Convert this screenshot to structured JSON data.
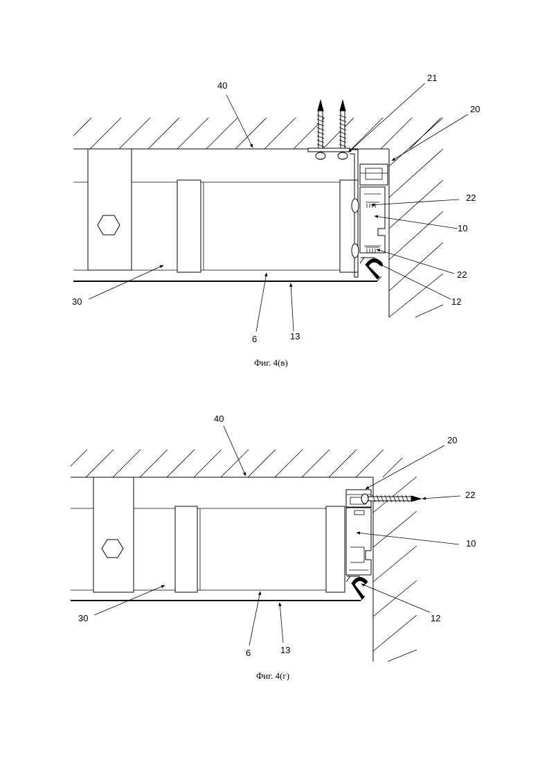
{
  "figures": [
    {
      "caption": "Фиг. 4(в)",
      "labels": {
        "l40": "40",
        "l21": "21",
        "l20": "20",
        "l22a": "22",
        "l10": "10",
        "l22b": "22",
        "l12": "12",
        "l30": "30",
        "l6": "6",
        "l13": "13"
      }
    },
    {
      "caption": "Фиг. 4(г)",
      "labels": {
        "l40": "40",
        "l20": "20",
        "l22": "22",
        "l10": "10",
        "l12": "12",
        "l30": "30",
        "l6": "6",
        "l13": "13"
      }
    }
  ]
}
